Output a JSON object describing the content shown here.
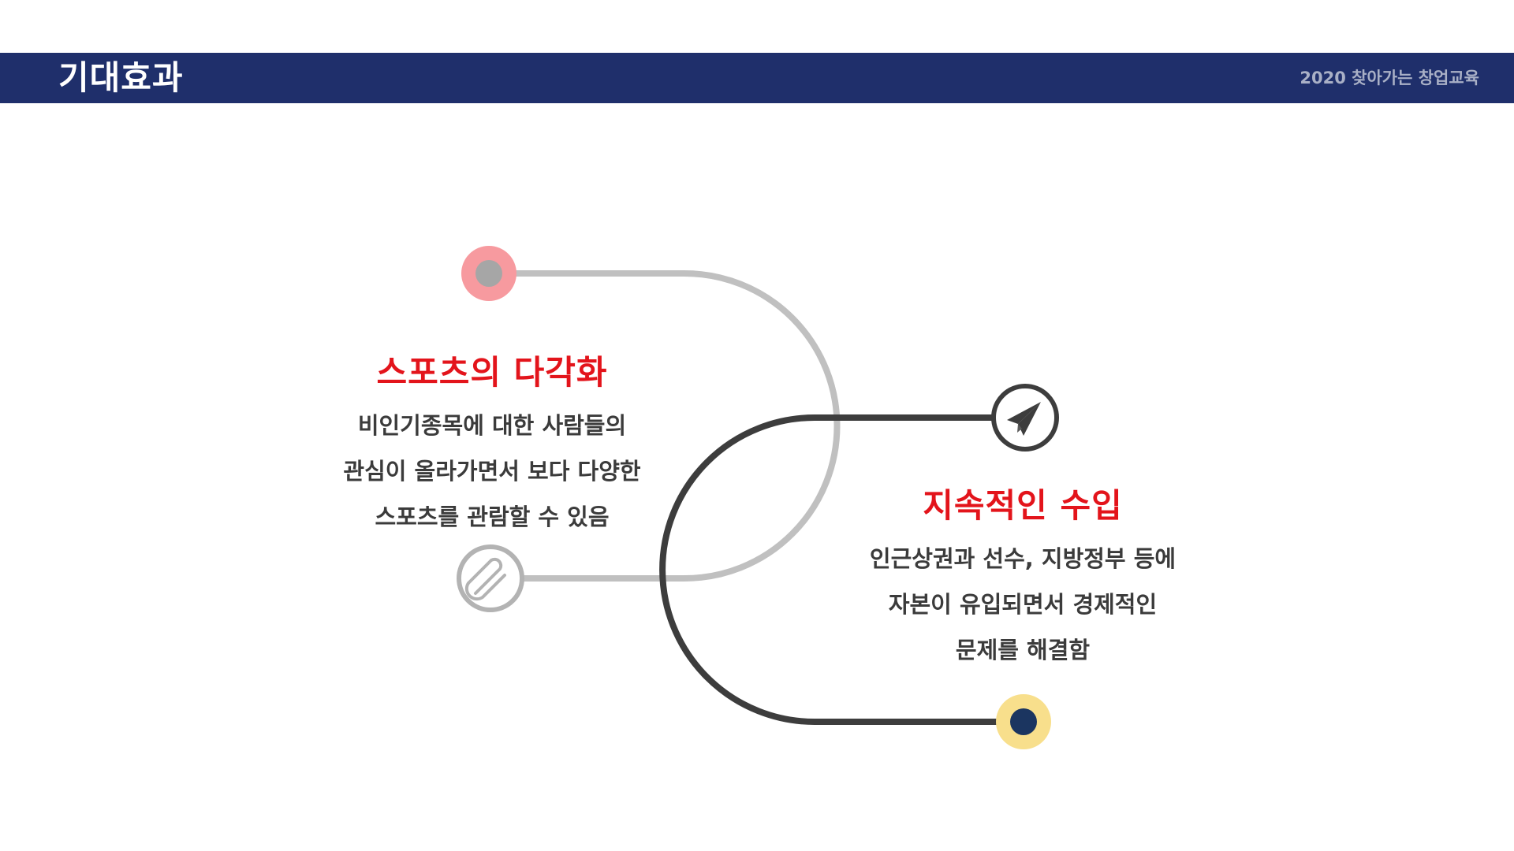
{
  "header": {
    "title": "기대효과",
    "subtitle": "2020 찾아가는 창업교육"
  },
  "colors": {
    "header_bg": "#1f2f6b",
    "accent_red": "#e3141b",
    "path_light": "#c0c0c0",
    "path_dark": "#3d3d3d",
    "dot_pink": "#f48a90",
    "dot_yellow": "#f8df8c",
    "dot_navy": "#1b3560"
  },
  "left_item": {
    "title": "스포츠의 다각화",
    "lines": [
      "비인기종목에 대한 사람들의",
      "관심이 올라가면서 보다 다양한",
      "스포츠를 관람할 수 있음"
    ],
    "icon": "paperclip-icon"
  },
  "right_item": {
    "title": "지속적인 수입",
    "lines": [
      "인근상권과 선수, 지방정부 등에",
      "자본이 유입되면서 경제적인",
      "문제를 해결함"
    ],
    "icon": "paper-plane-icon"
  }
}
